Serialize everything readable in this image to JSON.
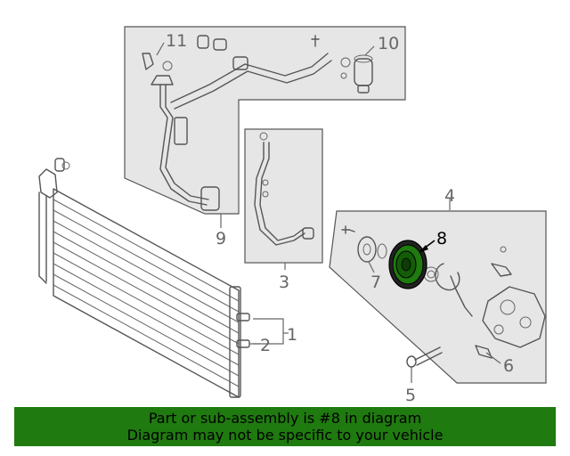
{
  "callouts": {
    "c1": "1",
    "c2": "2",
    "c3": "3",
    "c4": "4",
    "c5": "5",
    "c6": "6",
    "c7": "7",
    "c8": "8",
    "c9": "9",
    "c10": "10",
    "c11": "11"
  },
  "highlight": {
    "part": "8",
    "color": "#1f7a0f"
  },
  "banner": {
    "line1": "Part or sub-assembly is #8 in diagram",
    "line2": "Diagram may not be specific to your vehicle"
  }
}
